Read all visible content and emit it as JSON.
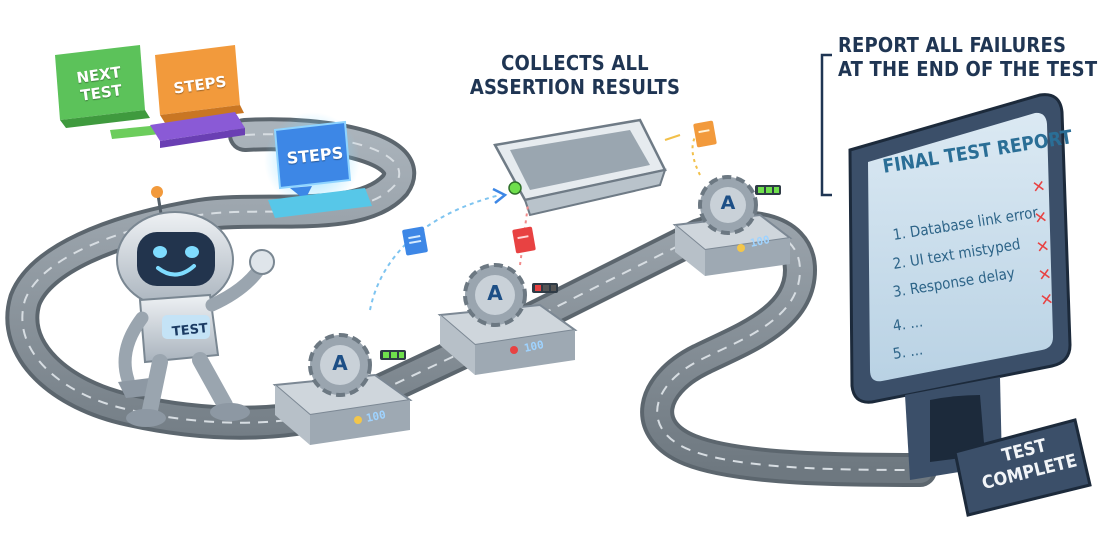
{
  "captions": {
    "collect": [
      "COLLECTS ALL",
      "ASSERTION RESULTS"
    ],
    "report": [
      "REPORT ALL FAILURES",
      "AT THE END OF THE TEST"
    ]
  },
  "blocks": {
    "next_test": [
      "NEXT",
      "TEST"
    ],
    "steps_back": "STEPS",
    "steps_front": "STEPS"
  },
  "robot": {
    "badge": "TEST"
  },
  "stations": [
    {
      "letter": "A",
      "counter": "100",
      "status": "pass"
    },
    {
      "letter": "A",
      "counter": "100",
      "status": "fail"
    },
    {
      "letter": "A",
      "counter": "100",
      "status": "pass"
    }
  ],
  "report": {
    "title": "FINAL TEST REPORT",
    "items": [
      "1. Database link error",
      "2. UI text mistyped",
      "3. Response delay",
      "4. ...",
      "5. ..."
    ],
    "fail_marks": 5
  },
  "complete": [
    "TEST",
    "COMPLETE"
  ],
  "colors": {
    "caption": "#1f3553",
    "track": "#7d8790",
    "next_block": "#5cc25a",
    "steps_block": "#f29a3c",
    "steps_front": "#3d87e6",
    "fail": "#e84242",
    "screen": "#2a3f5a"
  }
}
